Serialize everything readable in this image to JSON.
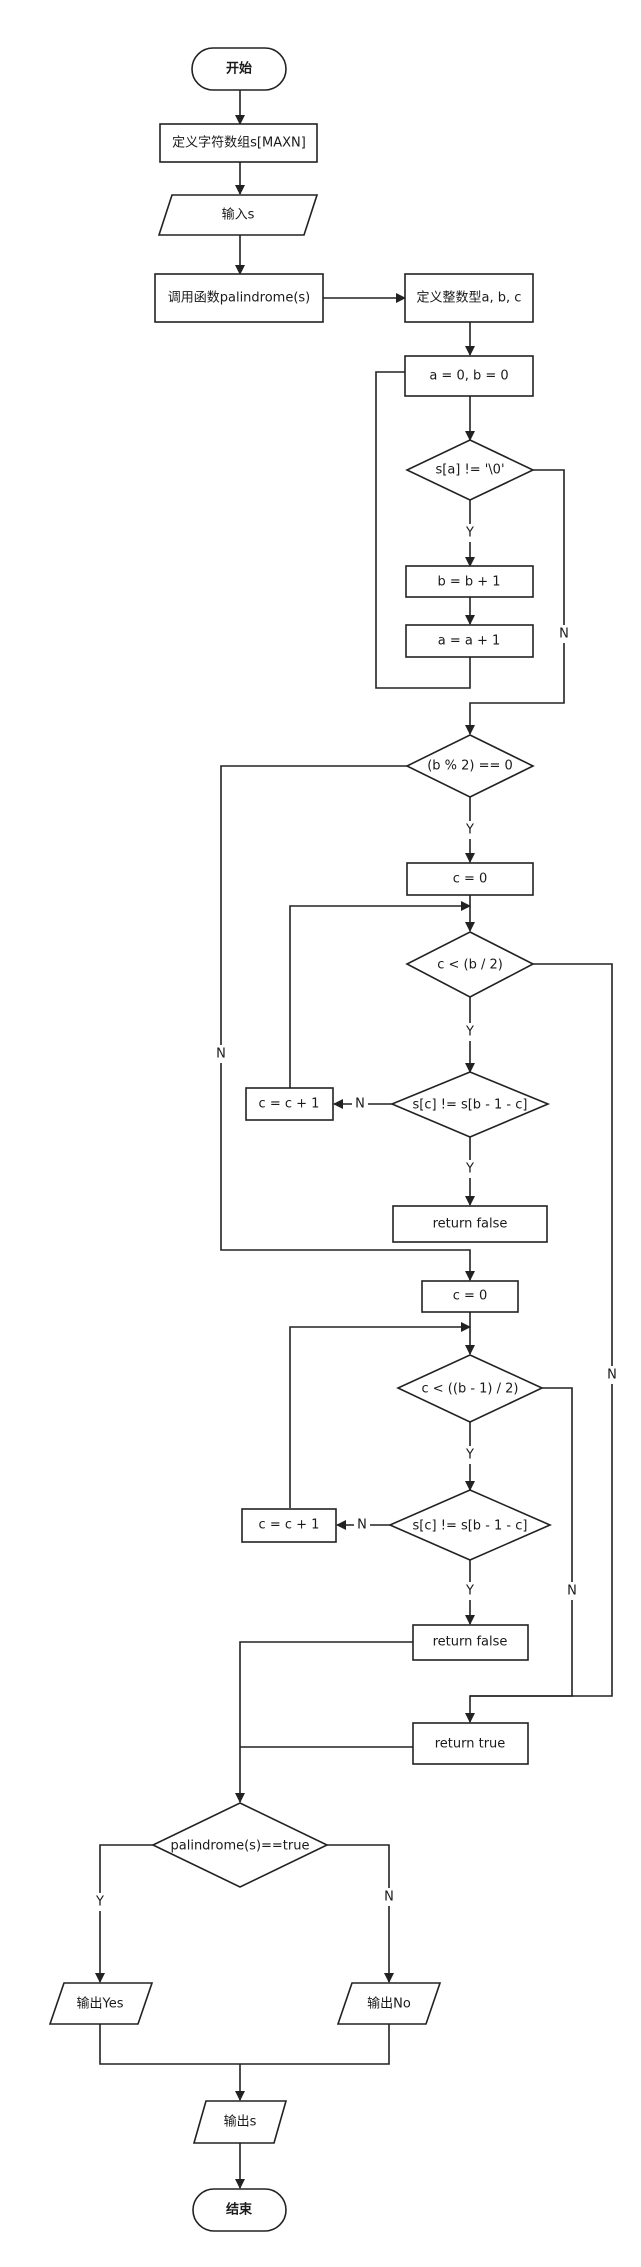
{
  "nodes": {
    "start": "开始",
    "define_array": "定义字符数组s[MAXN]",
    "input_s": "输入s",
    "call_func": "调用函数palindrome(s)",
    "define_ints": "定义整数型a, b, c",
    "init_ab": "a = 0, b = 0",
    "cond_nul": "s[a] != '\\0'",
    "b_inc": "b = b + 1",
    "a_inc": "a = a + 1",
    "cond_even": "(b % 2) == 0",
    "c0_even": "c = 0",
    "cond_half": "c < (b / 2)",
    "cond_cmp1": "s[c] != s[b - 1 - c]",
    "c_inc1": "c = c + 1",
    "ret_false1": "return false",
    "c0_odd": "c = 0",
    "cond_half_odd": "c < ((b - 1) / 2)",
    "cond_cmp2": "s[c] != s[b - 1 - c]",
    "c_inc2": "c = c + 1",
    "ret_false2": "return false",
    "ret_true": "return true",
    "cond_result": "palindrome(s)==true",
    "out_yes": "输出Yes",
    "out_no": "输出No",
    "out_s": "输出s",
    "end": "结束"
  },
  "edge_labels": {
    "nul_yes": "Y",
    "nul_no": "N",
    "even_yes": "Y",
    "even_no": "N",
    "half_yes": "Y",
    "half_no": "N",
    "cmp1_yes": "Y",
    "cmp1_no": "N",
    "half_odd_yes": "Y",
    "half_odd_no": "N",
    "cmp2_yes": "Y",
    "cmp2_no": "N",
    "result_yes": "Y",
    "result_no": "N"
  }
}
